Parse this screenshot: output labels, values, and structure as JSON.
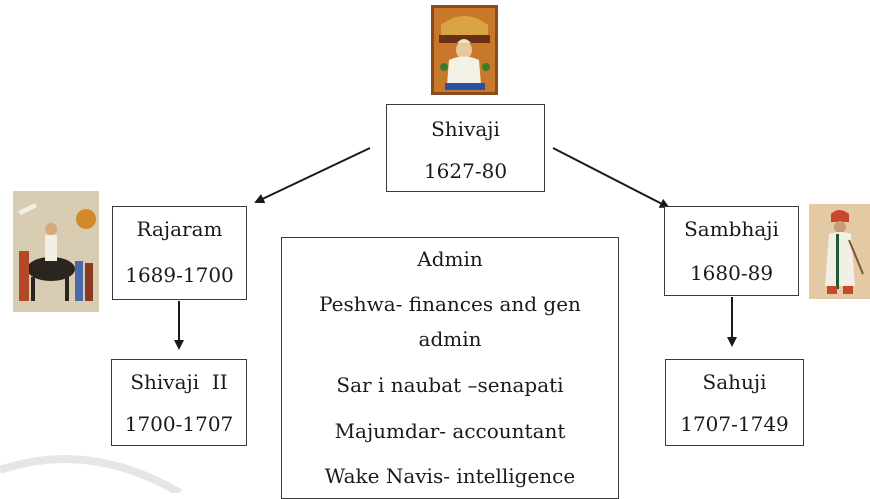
{
  "root": {
    "name": "Shivaji",
    "years": "1627-80",
    "portrait": "portrait-of-seated-king"
  },
  "left": {
    "parent": {
      "name": "Rajaram",
      "years": "1689-1700",
      "portrait": "portrait-of-horse-rider"
    },
    "child": {
      "name": "Shivaji  II",
      "years": "1700-1707"
    }
  },
  "right": {
    "parent": {
      "name": "Sambhaji",
      "years": "1680-89",
      "portrait": "portrait-of-standing-figure"
    },
    "child": {
      "name": "Sahuji",
      "years": "1707-1749"
    }
  },
  "admin": {
    "title": "Admin",
    "items": [
      "Peshwa- finances and gen",
      "admin",
      "Sar i naubat –senapati",
      "Majumdar- accountant",
      "Wake Navis- intelligence"
    ]
  },
  "colors": {
    "border": "#3a3a3a",
    "arrow": "#1a1a1a",
    "watermark": "#e6e6e6"
  }
}
